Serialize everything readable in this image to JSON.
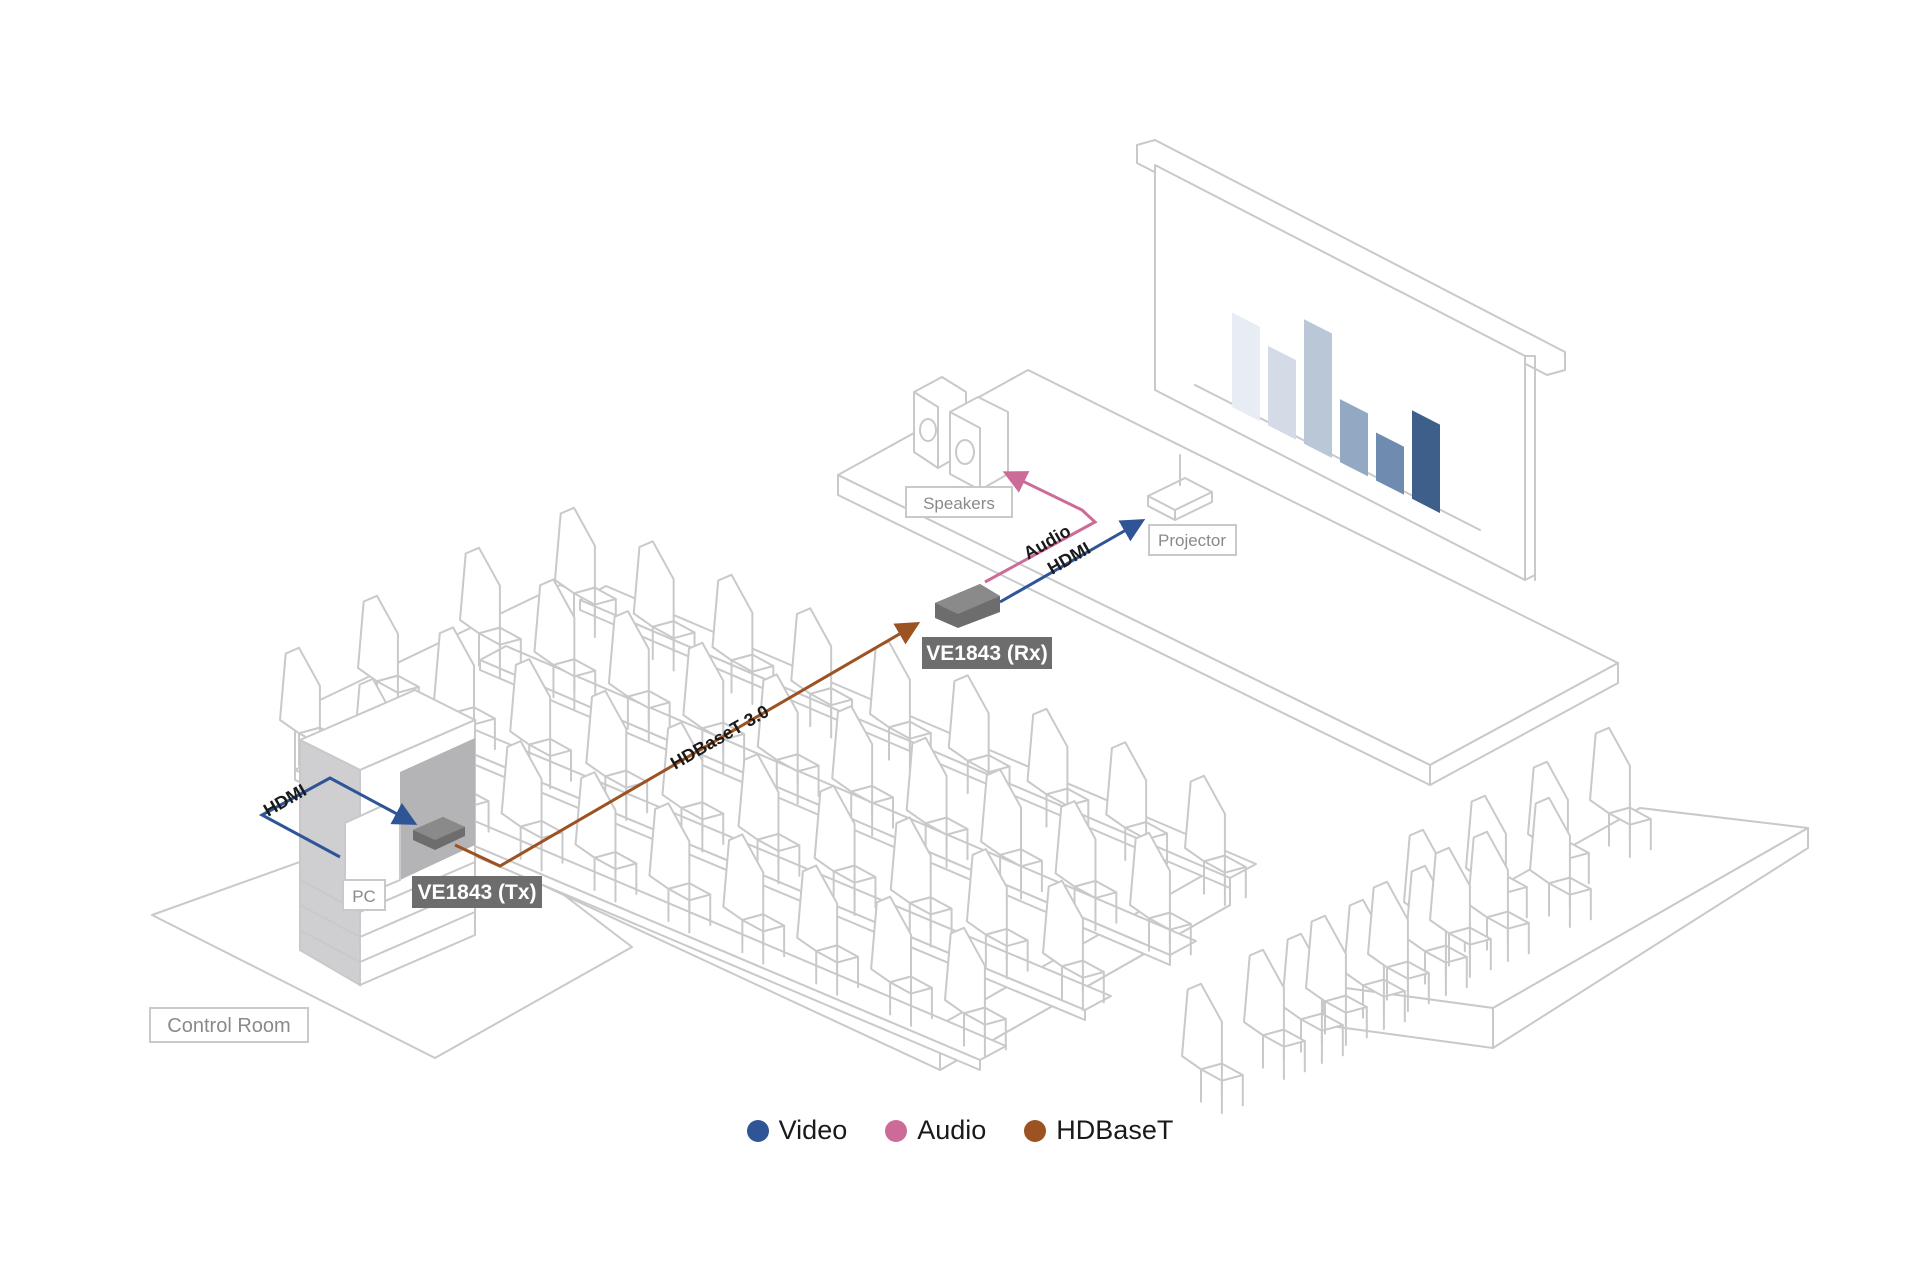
{
  "labels": {
    "control_room": "Control Room",
    "pc": "PC",
    "speakers": "Speakers",
    "projector": "Projector",
    "tx_device": "VE1843 (Tx)",
    "rx_device": "VE1843 (Rx)"
  },
  "cables": {
    "pc_hdmi": "HDMI",
    "hdbaset": "HDBaseT 3.0",
    "audio": "Audio",
    "projector_hdmi": "HDMI"
  },
  "legend": [
    {
      "label": "Video",
      "color": "#2f5597"
    },
    {
      "label": "Audio",
      "color": "#cc6b98"
    },
    {
      "label": "HDBaseT",
      "color": "#9c5321"
    }
  ],
  "colors": {
    "video": "#2f5597",
    "audio": "#cc6b98",
    "hdbaset": "#9c5321",
    "device": "#6d6d6d",
    "outline": "#c9c9cc"
  },
  "screen_bars": {
    "values": [
      0.63,
      0.53,
      0.83,
      0.42,
      0.32,
      0.59
    ],
    "colors": [
      "#e8ecf4",
      "#d4dbe6",
      "#b9c7d7",
      "#93a8c2",
      "#6f8bb0",
      "#3e5f8a"
    ]
  }
}
